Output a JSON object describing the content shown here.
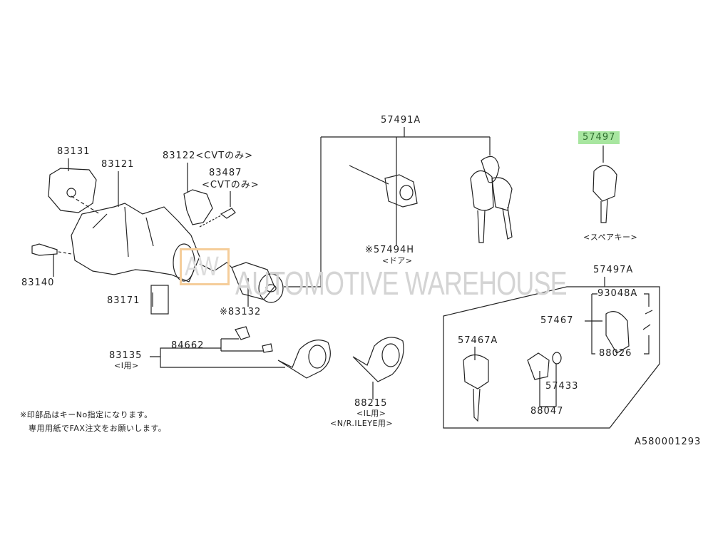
{
  "diagram_id": "A580001293",
  "watermark": {
    "logo": "AW",
    "text": "AUTOMOTIVE WAREHOUSE"
  },
  "highlight_color": "#a8e6a0",
  "labels": {
    "p57491A": "57491A",
    "p57497": "57497",
    "spare_key": "<スペアキー>",
    "p83131": "83131",
    "p83121": "83121",
    "p83122": "83122<CVTのみ>",
    "p83487": "83487",
    "p83487_note": "<CVTのみ>",
    "p83140": "83140",
    "p83171": "83171",
    "p83132": "※83132",
    "p57494H": "※57494H",
    "p57494H_note": "<ドア>",
    "p57497A": "57497A",
    "p93048A": "93048A",
    "p57467": "57467",
    "p88026": "88026",
    "p57467A": "57467A",
    "p57433": "57433",
    "p88047": "88047",
    "p84662": "84662",
    "p83135": "83135",
    "p83135_note": "<I用>",
    "p88215": "88215",
    "p88215_note1": "<IL用>",
    "p88215_note2": "<N/R.ILEYE用>"
  },
  "notes": [
    "※印部品はキーNo指定になります。",
    "専用用紙でFAX注文をお願いします。"
  ]
}
